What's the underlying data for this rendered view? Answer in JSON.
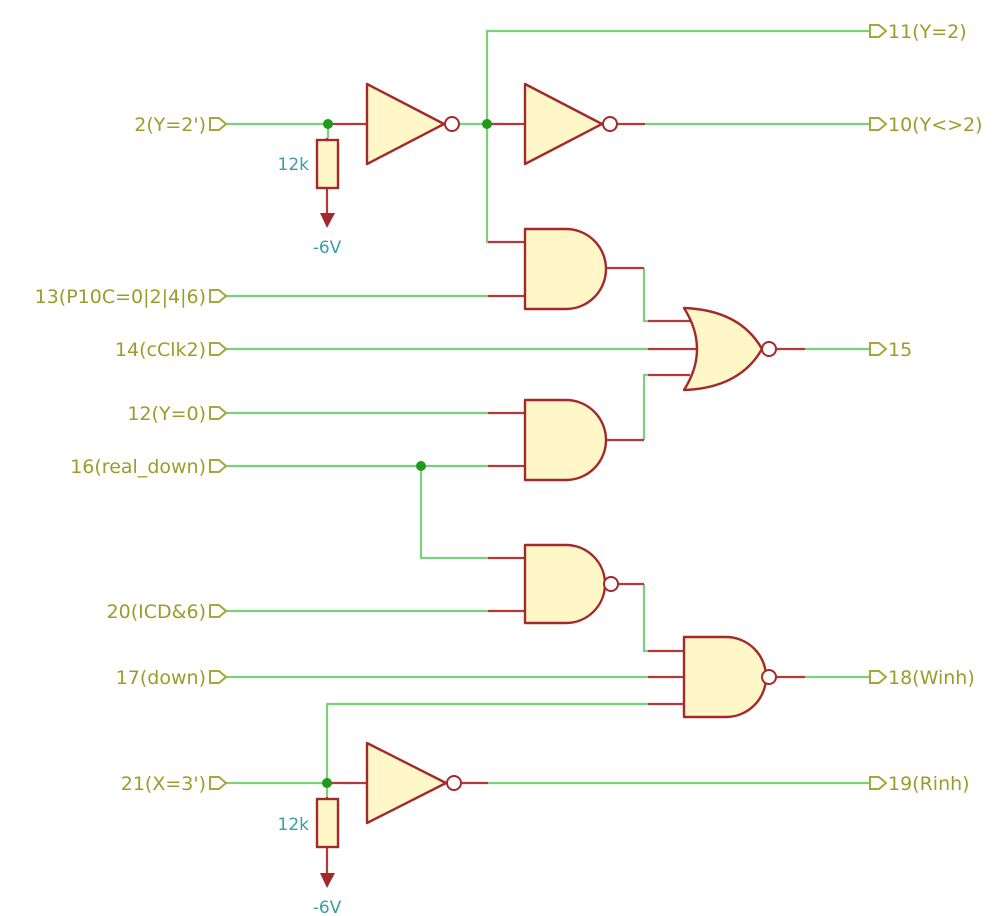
{
  "inputs": {
    "in2": "2(Y=2')",
    "in13": "13(P10C=0|2|4|6)",
    "in14": "14(cClk2)",
    "in12": "12(Y=0)",
    "in16": "16(real_down)",
    "in20": "20(ICD&6)",
    "in17": "17(down)",
    "in21": "21(X=3')"
  },
  "outputs": {
    "out11": "11(Y=2)",
    "out10": "10(Y<>2)",
    "out15": "15",
    "out18": "18(Winh)",
    "out19": "19(Rinh)"
  },
  "components": {
    "resistor_value": "12k",
    "supply_voltage": "-6V"
  },
  "colors": {
    "wire": "#7ccf7c",
    "gate_fill": "#fff7c8",
    "gate_stroke": "#a22a2a",
    "label": "#9c9c2c",
    "value_label": "#3a9ea6"
  }
}
